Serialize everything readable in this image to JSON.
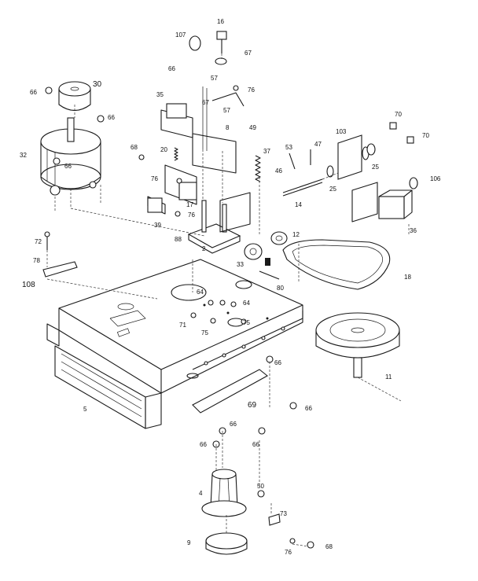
{
  "diagram": {
    "labels": [
      {
        "id": "l1",
        "text": "107"
      },
      {
        "id": "l2",
        "text": "16"
      },
      {
        "id": "l3",
        "text": "67"
      },
      {
        "id": "l4",
        "text": "66"
      },
      {
        "id": "l5",
        "text": "57"
      },
      {
        "id": "l6",
        "text": "76"
      },
      {
        "id": "l7",
        "text": "66"
      },
      {
        "id": "l8",
        "text": "30"
      },
      {
        "id": "l9",
        "text": "66"
      },
      {
        "id": "l10",
        "text": "35"
      },
      {
        "id": "l11",
        "text": "67"
      },
      {
        "id": "l12",
        "text": "57"
      },
      {
        "id": "l13",
        "text": "8"
      },
      {
        "id": "l14",
        "text": "49"
      },
      {
        "id": "l15",
        "text": "103"
      },
      {
        "id": "l16",
        "text": "70"
      },
      {
        "id": "l17",
        "text": "70"
      },
      {
        "id": "l18",
        "text": "32"
      },
      {
        "id": "l19",
        "text": "66"
      },
      {
        "id": "l20",
        "text": "68"
      },
      {
        "id": "l21",
        "text": "20"
      },
      {
        "id": "l22",
        "text": "37"
      },
      {
        "id": "l23",
        "text": "53"
      },
      {
        "id": "l24",
        "text": "47"
      },
      {
        "id": "l25",
        "text": "76"
      },
      {
        "id": "l26",
        "text": "46"
      },
      {
        "id": "l27",
        "text": "25"
      },
      {
        "id": "l28",
        "text": "25"
      },
      {
        "id": "l29",
        "text": "106"
      },
      {
        "id": "l30",
        "text": "17"
      },
      {
        "id": "l31",
        "text": "76"
      },
      {
        "id": "l32",
        "text": "14"
      },
      {
        "id": "l33",
        "text": "39"
      },
      {
        "id": "l34",
        "text": "88"
      },
      {
        "id": "l35",
        "text": "2"
      },
      {
        "id": "l36",
        "text": "12"
      },
      {
        "id": "l37",
        "text": "36"
      },
      {
        "id": "l38",
        "text": "72"
      },
      {
        "id": "l39",
        "text": "78"
      },
      {
        "id": "l40",
        "text": "33"
      },
      {
        "id": "l41",
        "text": "18"
      },
      {
        "id": "l42",
        "text": "108"
      },
      {
        "id": "l43",
        "text": "80"
      },
      {
        "id": "l44",
        "text": "64"
      },
      {
        "id": "l45",
        "text": "64"
      },
      {
        "id": "l46",
        "text": "71"
      },
      {
        "id": "l47",
        "text": "75"
      },
      {
        "id": "l48",
        "text": "75"
      },
      {
        "id": "l49",
        "text": "11"
      },
      {
        "id": "l50",
        "text": "66"
      },
      {
        "id": "l51",
        "text": "5"
      },
      {
        "id": "l52",
        "text": "69"
      },
      {
        "id": "l53",
        "text": "66"
      },
      {
        "id": "l54",
        "text": "66"
      },
      {
        "id": "l55",
        "text": "66"
      },
      {
        "id": "l56",
        "text": "66"
      },
      {
        "id": "l57",
        "text": "50"
      },
      {
        "id": "l58",
        "text": "4"
      },
      {
        "id": "l59",
        "text": "73"
      },
      {
        "id": "l60",
        "text": "9"
      },
      {
        "id": "l61",
        "text": "76"
      },
      {
        "id": "l62",
        "text": "68"
      }
    ]
  }
}
